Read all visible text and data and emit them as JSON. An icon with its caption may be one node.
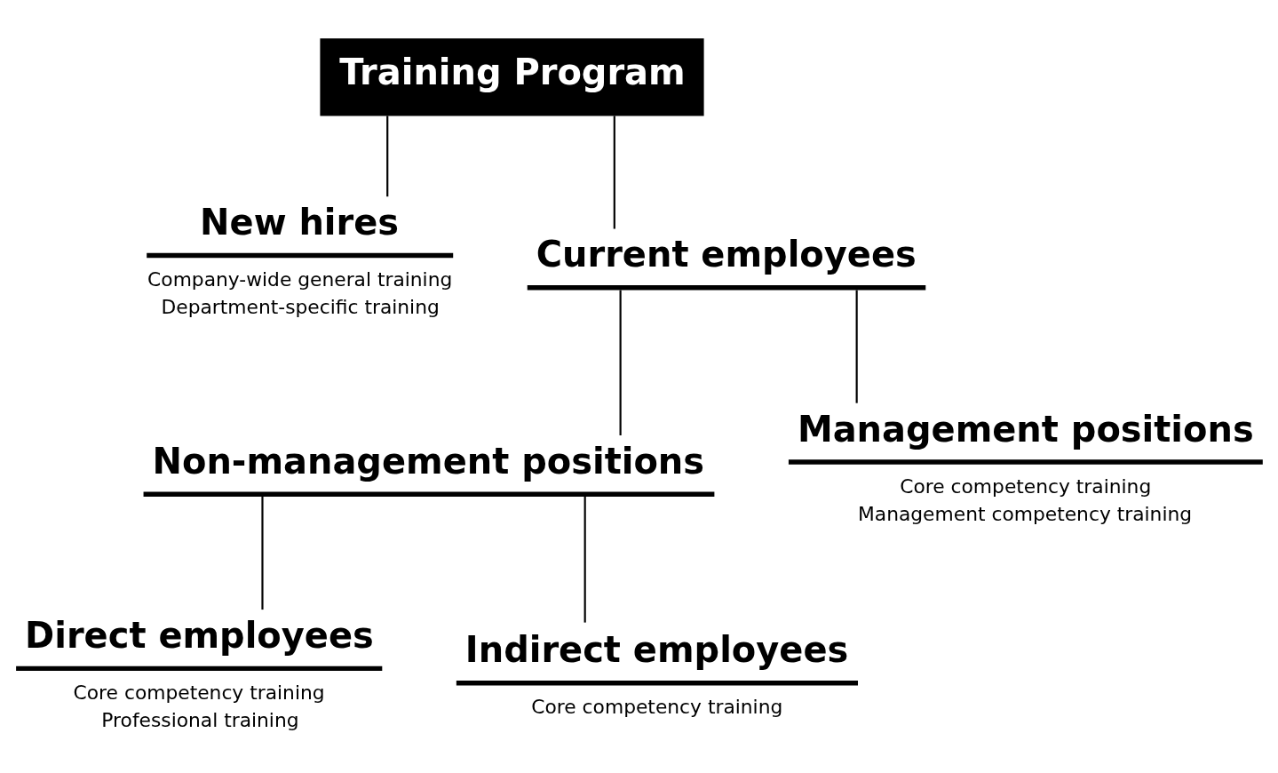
{
  "diagram": {
    "nodes": [
      {
        "text": [
          "Training Program"
        ]
      },
      {
        "text": [
          "New hires",
          "Company-wide general training",
          "Department-specific training"
        ]
      },
      {
        "text": [
          "Current employees"
        ]
      },
      {
        "text": [
          "Non-management positions"
        ]
      },
      {
        "text": [
          "Management positions",
          "Core competency training",
          "Management competency training"
        ]
      },
      {
        "text": [
          "Direct employees",
          "Core competency training",
          "Professional training"
        ]
      },
      {
        "text": [
          "Indirect employees",
          "Core competency training"
        ]
      }
    ],
    "edges": [
      {
        "from": 0,
        "to": 1,
        "arrow": "none"
      },
      {
        "from": 0,
        "to": 2,
        "arrow": "none"
      },
      {
        "from": 2,
        "to": 3,
        "arrow": "none"
      },
      {
        "from": 2,
        "to": 4,
        "arrow": "none"
      },
      {
        "from": 3,
        "to": 5,
        "arrow": "none"
      },
      {
        "from": 3,
        "to": 6,
        "arrow": "none"
      }
    ]
  }
}
